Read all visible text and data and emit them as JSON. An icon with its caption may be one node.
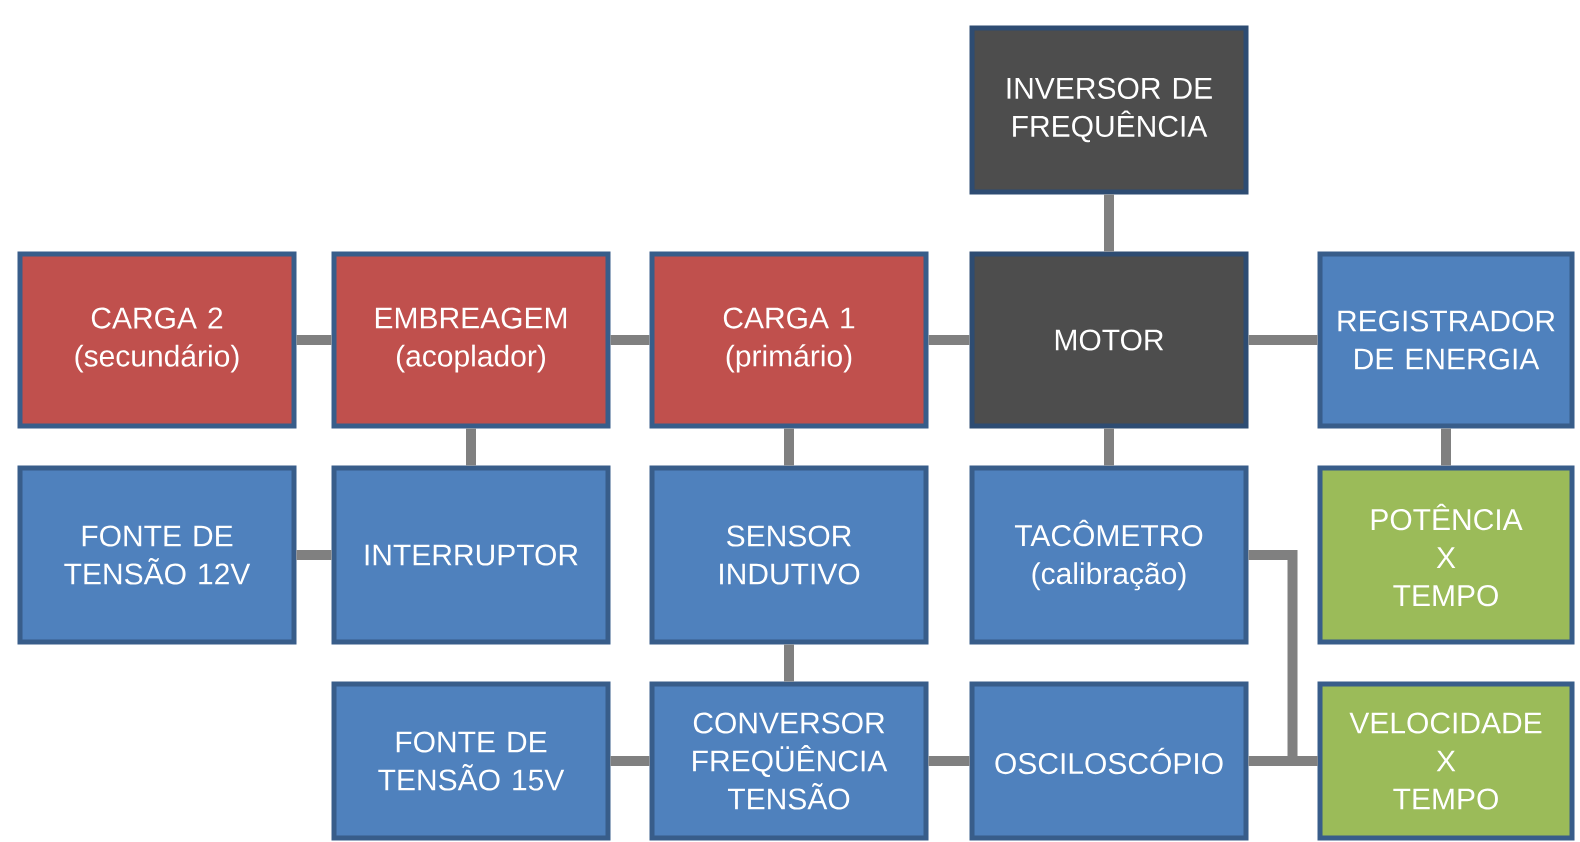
{
  "diagram": {
    "nodes": [
      {
        "text": [
          "INVERSOR DE FREQUÊNCIA"
        ]
      },
      {
        "text": [
          "CARGA 2 (secundário)"
        ]
      },
      {
        "text": [
          "EMBREAGEM (acoplador)"
        ]
      },
      {
        "text": [
          "CARGA 1 (primário)"
        ]
      },
      {
        "text": [
          "MOTOR"
        ]
      },
      {
        "text": [
          "REGISTRADOR DE ENERGIA"
        ]
      },
      {
        "text": [
          "FONTE DE TENSÃO 12V"
        ]
      },
      {
        "text": [
          "INTERRUPTOR"
        ]
      },
      {
        "text": [
          "SENSOR INDUTIVO"
        ]
      },
      {
        "text": [
          "TACÔMETRO (calibração)"
        ]
      },
      {
        "text": [
          "POTÊNCIA X TEMPO"
        ]
      },
      {
        "text": [
          "FONTE DE TENSÃO 15V"
        ]
      },
      {
        "text": [
          "CONVERSOR FREQÜÊNCIA TENSÃO"
        ]
      },
      {
        "text": [
          "OSCILOSCÓPIO"
        ]
      },
      {
        "text": [
          "VELOCIDADE X TEMPO"
        ]
      }
    ],
    "edges": [
      {
        "from": 0,
        "to": 4,
        "arrow": "none"
      },
      {
        "from": 1,
        "to": 2,
        "arrow": "none"
      },
      {
        "from": 2,
        "to": 3,
        "arrow": "none"
      },
      {
        "from": 3,
        "to": 4,
        "arrow": "none"
      },
      {
        "from": 4,
        "to": 5,
        "arrow": "none"
      },
      {
        "from": 2,
        "to": 7,
        "arrow": "none"
      },
      {
        "from": 3,
        "to": 8,
        "arrow": "none"
      },
      {
        "from": 4,
        "to": 9,
        "arrow": "none"
      },
      {
        "from": 5,
        "to": 10,
        "arrow": "none"
      },
      {
        "from": 6,
        "to": 7,
        "arrow": "none"
      },
      {
        "from": 8,
        "to": 12,
        "arrow": "none"
      },
      {
        "from": 11,
        "to": 12,
        "arrow": "none"
      },
      {
        "from": 12,
        "to": 13,
        "arrow": "none"
      },
      {
        "from": 13,
        "to": 14,
        "arrow": "none"
      },
      {
        "from": 9,
        "to": 14,
        "arrow": "none"
      }
    ]
  }
}
